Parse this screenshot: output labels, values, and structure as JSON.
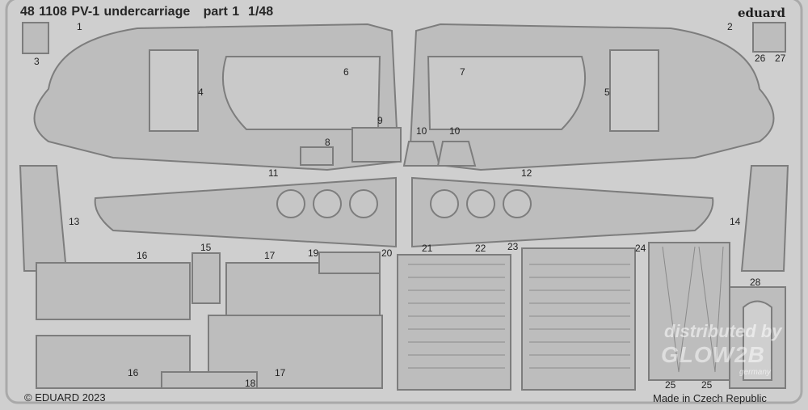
{
  "header": {
    "title": "48 1108 PV-1 undercarriage   part 1  1/48",
    "brand": "eduard"
  },
  "footer": {
    "copyright": "© EDUARD 2023",
    "origin": "Made in Czech Republic"
  },
  "watermark": {
    "line1": "distributed by",
    "line2": "GLOW2B",
    "line3": "germany"
  },
  "part_numbers": [
    "1",
    "2",
    "3",
    "4",
    "5",
    "6",
    "7",
    "8",
    "9",
    "10",
    "10",
    "11",
    "12",
    "13",
    "14",
    "15",
    "16",
    "17",
    "19",
    "20",
    "21",
    "22",
    "23",
    "24",
    "25",
    "25",
    "26",
    "27",
    "28",
    "16",
    "17",
    "18"
  ],
  "colors": {
    "background": "#cfcfcf",
    "part": "#bcbcbc",
    "outline": "#7a7a7a",
    "text": "#222222"
  }
}
